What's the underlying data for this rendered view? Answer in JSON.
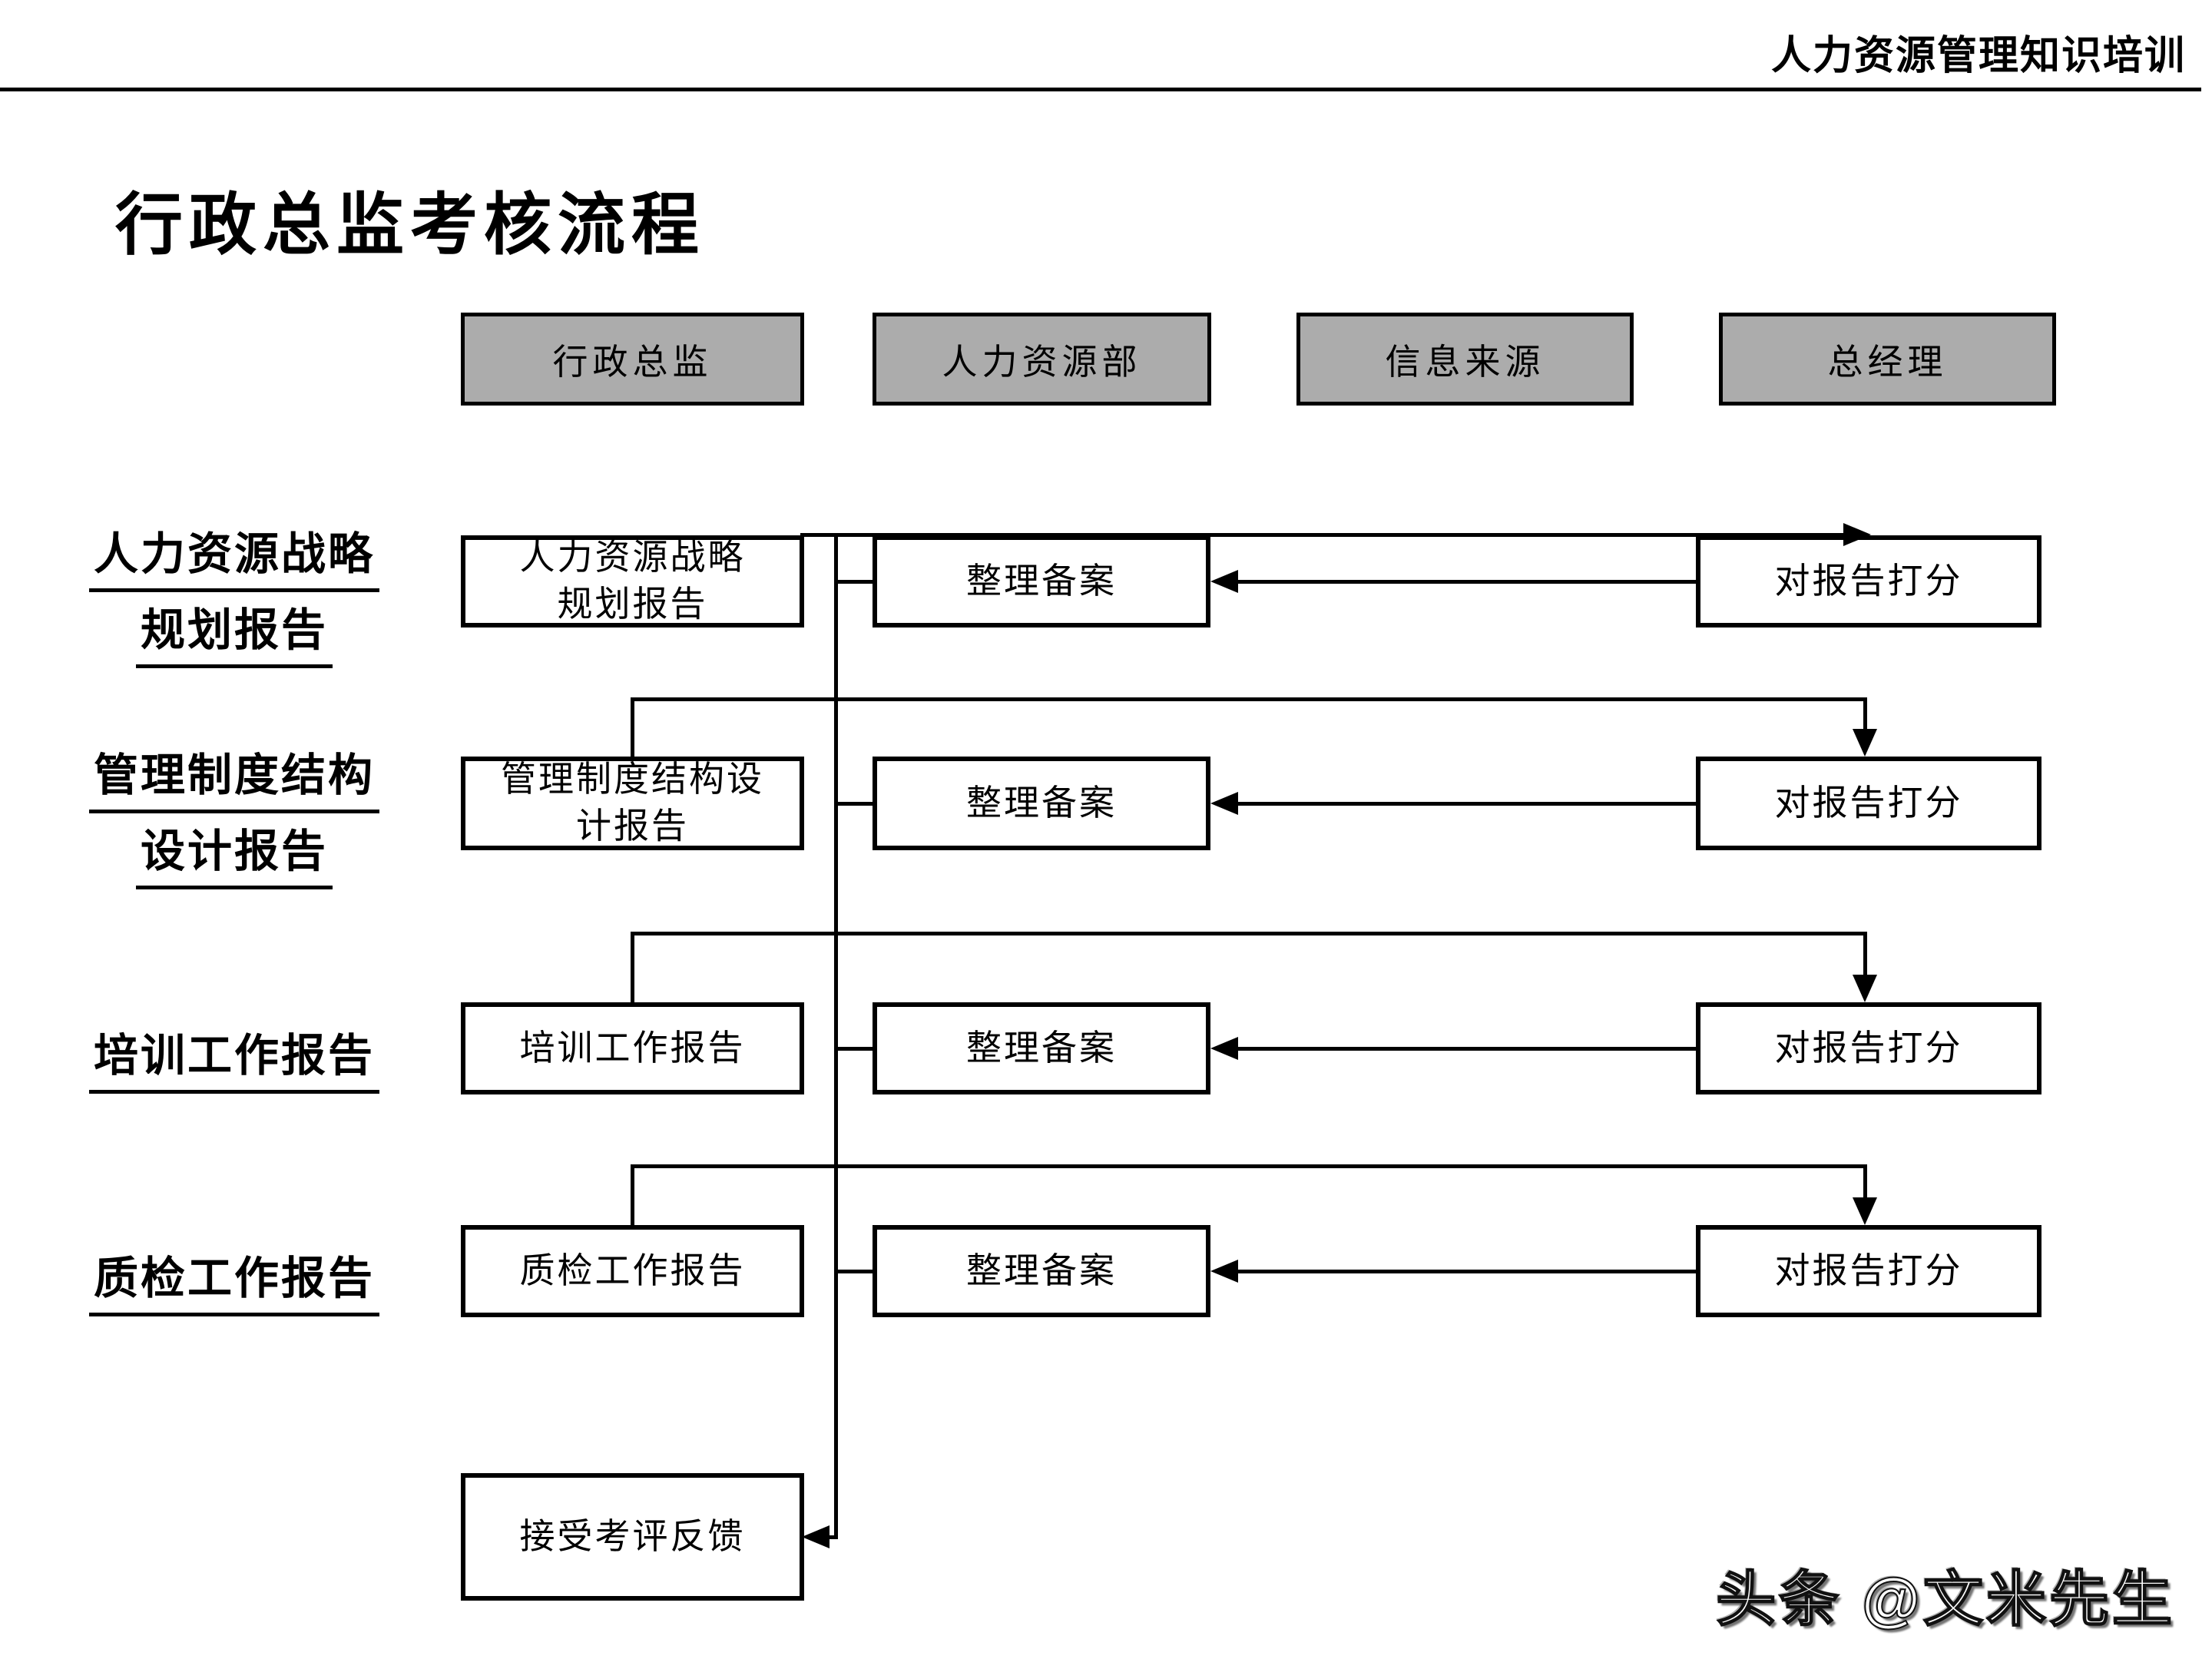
{
  "header": {
    "course_title": "人力资源管理知识培训"
  },
  "title": {
    "text": "行政总监考核流程"
  },
  "columns": [
    {
      "label": "行政总监"
    },
    {
      "label": "人力资源部"
    },
    {
      "label": "信息来源"
    },
    {
      "label": "总经理"
    }
  ],
  "rows": [
    {
      "label_line1": "人力资源战略",
      "label_line2": "规划报告",
      "report_line1": "人力资源战略",
      "report_line2": "规划报告",
      "file": "整理备案",
      "score": "对报告打分"
    },
    {
      "label_line1": "管理制度结构",
      "label_line2": "设计报告",
      "report_line1": "管理制度结构设",
      "report_line2": "计报告",
      "file": "整理备案",
      "score": "对报告打分"
    },
    {
      "label_line1": "培训工作报告",
      "report_line1": "培训工作报告",
      "file": "整理备案",
      "score": "对报告打分"
    },
    {
      "label_line1": "质检工作报告",
      "report_line1": "质检工作报告",
      "file": "整理备案",
      "score": "对报告打分"
    }
  ],
  "feedback": {
    "label": "接受考评反馈"
  },
  "watermark": {
    "text": "头条 @文米先生"
  },
  "colors": {
    "background": "#FFFFFF",
    "lane_box_fill": "#ACACAC",
    "line": "#000000",
    "text": "#000000"
  }
}
